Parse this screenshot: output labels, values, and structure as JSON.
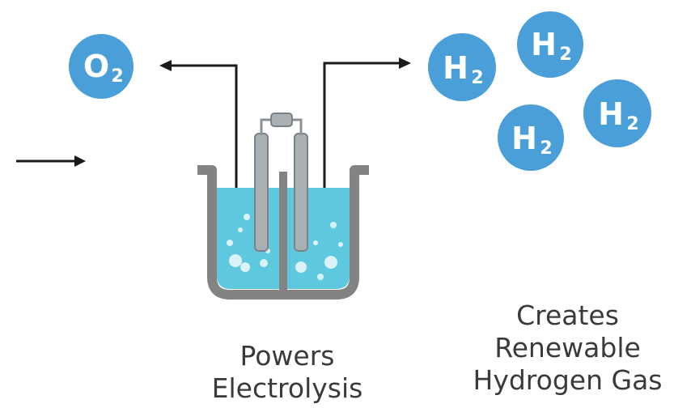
{
  "molecules": {
    "oxygen": {
      "symbol": "O",
      "subscript": "2"
    },
    "hydrogen": [
      {
        "symbol": "H",
        "subscript": "2"
      },
      {
        "symbol": "H",
        "subscript": "2"
      },
      {
        "symbol": "H",
        "subscript": "2"
      },
      {
        "symbol": "H",
        "subscript": "2"
      }
    ]
  },
  "captions": {
    "electrolysis": {
      "line1": "Powers",
      "line2": "Electrolysis"
    },
    "hydrogen": {
      "line1": "Creates",
      "line2": "Renewable",
      "line3": "Hydrogen Gas"
    }
  },
  "colors": {
    "molecule": "#4a9fd8",
    "liquid": "#5ec8df",
    "vessel": "#838383",
    "electrode": "#a9b1b4",
    "arrow": "#1a1a1a",
    "text": "#3a3a3a"
  }
}
